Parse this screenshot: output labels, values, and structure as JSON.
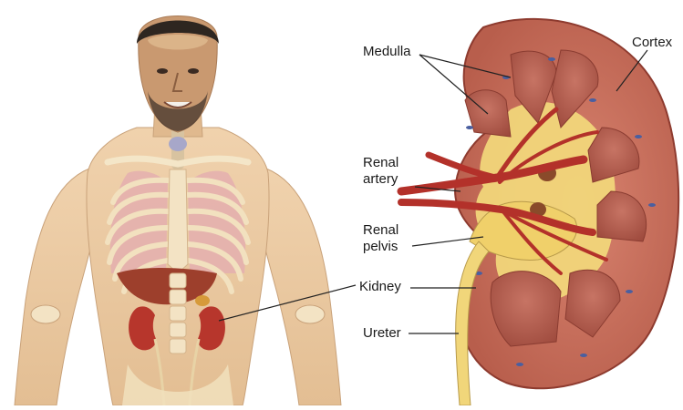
{
  "labels": {
    "medulla": "Medulla",
    "cortex": "Cortex",
    "renal_artery_line1": "Renal",
    "renal_artery_line2": "artery",
    "renal_pelvis_line1": "Renal",
    "renal_pelvis_line2": "pelvis",
    "kidney": "Kidney",
    "ureter": "Ureter"
  },
  "colors": {
    "skin": "#e9c9a4",
    "bone": "#efdcb6",
    "lung": "#e2aeae",
    "liver": "#9d3f2c",
    "kidney": "#b7362c",
    "kidney_cortex": "#c16b58",
    "medulla_pyramid": "#b25a4c",
    "pelvis_fat": "#f1d67a",
    "artery": "#b3312a",
    "leader_line": "#222222"
  },
  "icons": {
    "body_figure": "human-torso-anatomy-icon",
    "kidney_section": "kidney-cross-section-icon"
  }
}
